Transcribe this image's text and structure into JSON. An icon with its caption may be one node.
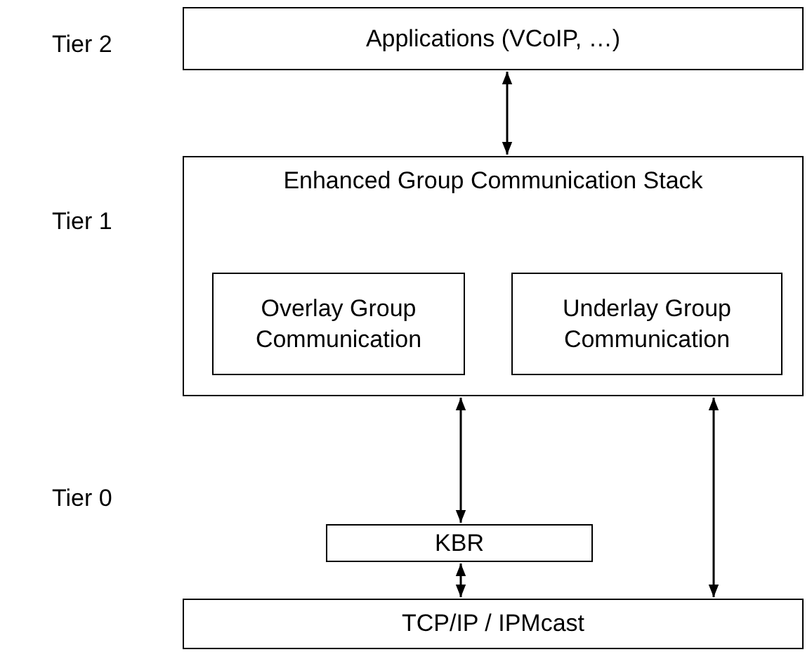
{
  "diagram": {
    "nodes": [
      {
        "text": [
          "Applications (VCoIP, …)"
        ]
      },
      {
        "text": [
          "Enhanced Group Communication Stack"
        ]
      },
      {
        "text": [
          "Overlay Group Communication"
        ],
        "in": 1
      },
      {
        "text": [
          "Underlay Group Communication"
        ],
        "in": 1
      },
      {
        "text": [
          "KBR"
        ]
      },
      {
        "text": [
          "TCP/IP / IPMcast"
        ]
      }
    ],
    "edges": [
      {
        "from": 0,
        "to": 1,
        "arrow": "both"
      },
      {
        "from": 1,
        "to": 4,
        "arrow": "both"
      },
      {
        "from": 4,
        "to": 5,
        "arrow": "both"
      },
      {
        "from": 1,
        "to": 5,
        "arrow": "both"
      }
    ],
    "labels": [
      "Tier 2",
      "Tier 1",
      "Tier 0"
    ]
  }
}
